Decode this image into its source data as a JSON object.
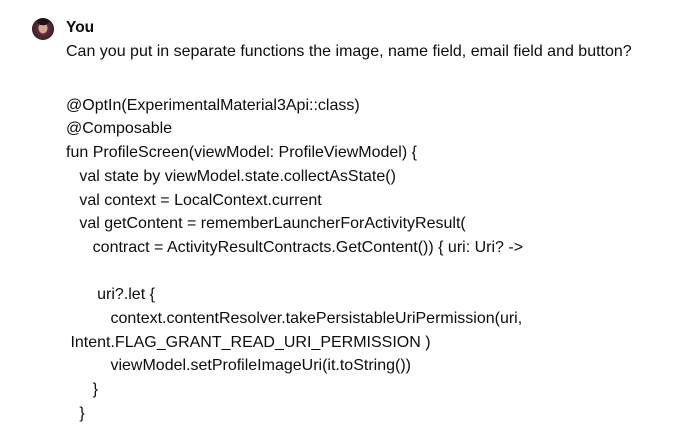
{
  "message": {
    "author": "You",
    "question": "Can you put in separate functions the image, name field, email field and button?",
    "code_lines": [
      "@OptIn(ExperimentalMaterial3Api::class)",
      "@Composable",
      "fun ProfileScreen(viewModel: ProfileViewModel) {",
      "   val state by viewModel.state.collectAsState()",
      "   val context = LocalContext.current",
      "   val getContent = rememberLauncherForActivityResult(",
      "      contract = ActivityResultContracts.GetContent()) { uri: Uri? ->",
      "",
      "       uri?.let {",
      "          context.contentResolver.takePersistableUriPermission(uri,",
      " Intent.FLAG_GRANT_READ_URI_PERMISSION )",
      "          viewModel.setProfileImageUri(it.toString())",
      "      }",
      "   }"
    ]
  },
  "avatar": {
    "icon": "user-profile-photo"
  },
  "colors": {
    "background": "#ffffff",
    "text": "#0d0d0d",
    "avatar_base": "#3a1c26",
    "avatar_skin": "#d2a78e",
    "avatar_accent": "#6e3a46"
  }
}
